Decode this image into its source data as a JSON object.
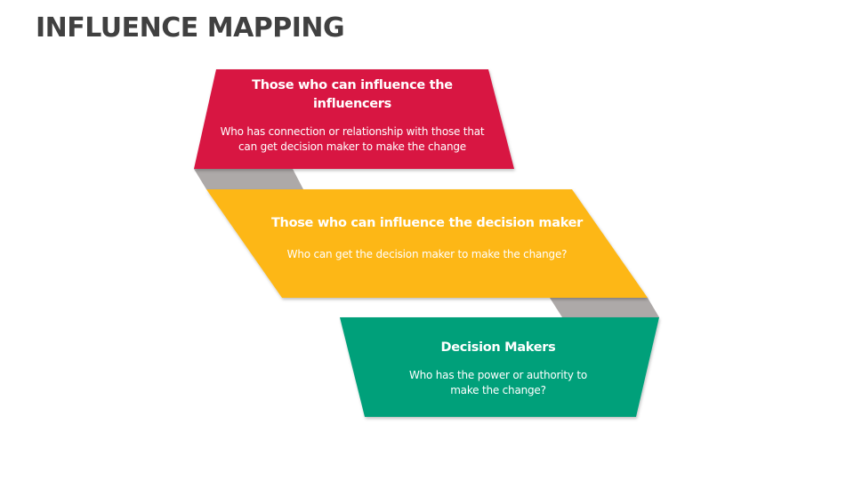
{
  "title": "INFLUENCE MAPPING",
  "colors": {
    "title": "#404040",
    "influencers": "#D81542",
    "influence_decision_maker": "#FDB713",
    "decision_makers": "#06A07A",
    "connector": "#ADA9A8"
  },
  "levels": [
    {
      "heading": "Those who can influence the influencers",
      "description": "Who has connection or relationship with those that can get decision maker to make the change"
    },
    {
      "heading": "Those who can influence the decision maker",
      "description": "Who can get the decision maker to make the change?"
    },
    {
      "heading": "Decision Makers",
      "description": "Who has the power or authority to make the change?"
    }
  ]
}
